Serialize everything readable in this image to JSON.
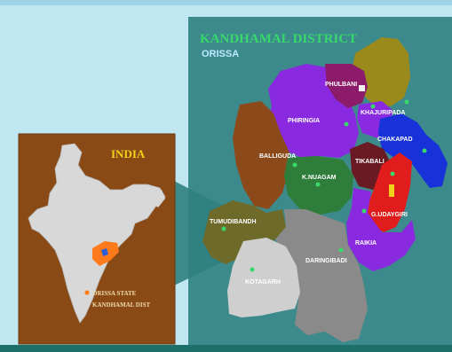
{
  "map": {
    "title": "KANDHAMAL DISTRICT",
    "subtitle": "ORISSA",
    "colors": {
      "background": "#bfe6f1",
      "panel": "#3c8a8c",
      "title": "#38d86b",
      "subtitle": "#bfe9ff",
      "inset_bg": "#8a4a16",
      "india_title": "#f0d21a"
    },
    "blocks": [
      {
        "name": "PHULBANI",
        "color": "#8c1c6a"
      },
      {
        "name": "KHAJURIPADA",
        "color": "#9a8a1c"
      },
      {
        "name": "PHIRINGIA",
        "color": "#8a2ae0"
      },
      {
        "name": "CHAKAPAD",
        "color": "#1632d8"
      },
      {
        "name": "BALLIGUDA",
        "color": "#8c4a1a"
      },
      {
        "name": "K.NUAGAM",
        "color": "#2f7d3a"
      },
      {
        "name": "TIKABALI",
        "color": "#6a1a22"
      },
      {
        "name": "G.UDAYGIRI",
        "color": "#e01c1c"
      },
      {
        "name": "TUMUDIBANDH",
        "color": "#6e6a2a"
      },
      {
        "name": "RAIKIA",
        "color": "#8a2ae0"
      },
      {
        "name": "DARINGIBADI",
        "color": "#8a8a8a"
      },
      {
        "name": "KOTAGARH",
        "color": "#cfcfcf"
      }
    ]
  },
  "inset": {
    "title": "INDIA",
    "legend": [
      {
        "label": "ORISSA STATE",
        "color": "#ff7a1a"
      },
      {
        "label": "KANDHAMAL DIST",
        "color": "#d8d8d8"
      }
    ]
  }
}
